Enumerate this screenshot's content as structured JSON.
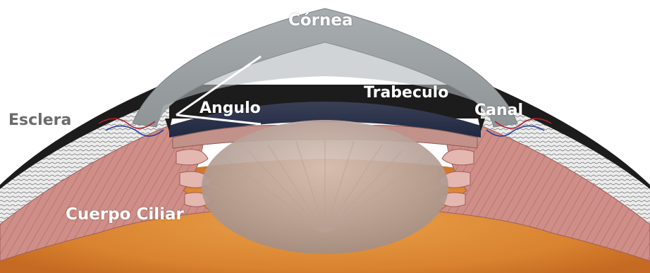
{
  "labels": {
    "cornea": "Córnea",
    "trabeculo": "Trabeculo",
    "canal": "Canal",
    "angulo": "Angulo",
    "esclera": "Esclera",
    "cuerpo_ciliar": "Cuerpo Ciliar"
  },
  "colors": {
    "cornea": "#9ea3a6",
    "sclera": "#e8e8e8",
    "ciliary_body": "#cf8e88",
    "vitreous": "#dc8a3a",
    "lens": "#c8b2a6",
    "anterior_chamber": "#232d4a"
  }
}
